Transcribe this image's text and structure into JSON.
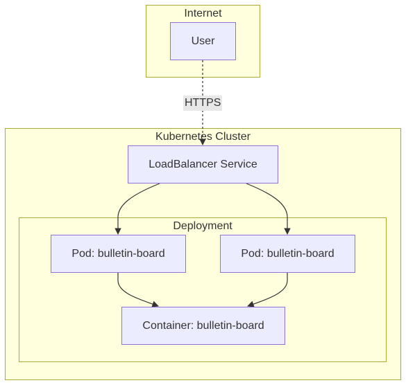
{
  "diagram": {
    "type": "flowchart",
    "direction": "top-down",
    "clusters": {
      "internet": "Internet",
      "kubernetes_cluster": "Kubernetes Cluster",
      "deployment": "Deployment"
    },
    "nodes": {
      "user": "User",
      "load_balancer": "LoadBalancer Service",
      "pod_1": "Pod: bulletin-board",
      "pod_2": "Pod: bulletin-board",
      "container": "Container: bulletin-board"
    },
    "edges": [
      {
        "from": "User",
        "to": "LoadBalancer Service",
        "label": "HTTPS",
        "style": "dashed"
      },
      {
        "from": "LoadBalancer Service",
        "to": "Pod: bulletin-board (1)",
        "label": "",
        "style": "solid"
      },
      {
        "from": "LoadBalancer Service",
        "to": "Pod: bulletin-board (2)",
        "label": "",
        "style": "solid"
      },
      {
        "from": "Pod: bulletin-board (1)",
        "to": "Container: bulletin-board",
        "label": "",
        "style": "solid"
      },
      {
        "from": "Pod: bulletin-board (2)",
        "to": "Container: bulletin-board",
        "label": "",
        "style": "solid"
      }
    ],
    "edge_labels": {
      "https": "HTTPS"
    },
    "colors": {
      "cluster_fill": "#ffffde",
      "cluster_border": "#aaaa33",
      "node_fill": "#ececff",
      "node_border": "#9370db",
      "edge": "#333333",
      "edge_label_bg": "#e8e8e8"
    }
  }
}
